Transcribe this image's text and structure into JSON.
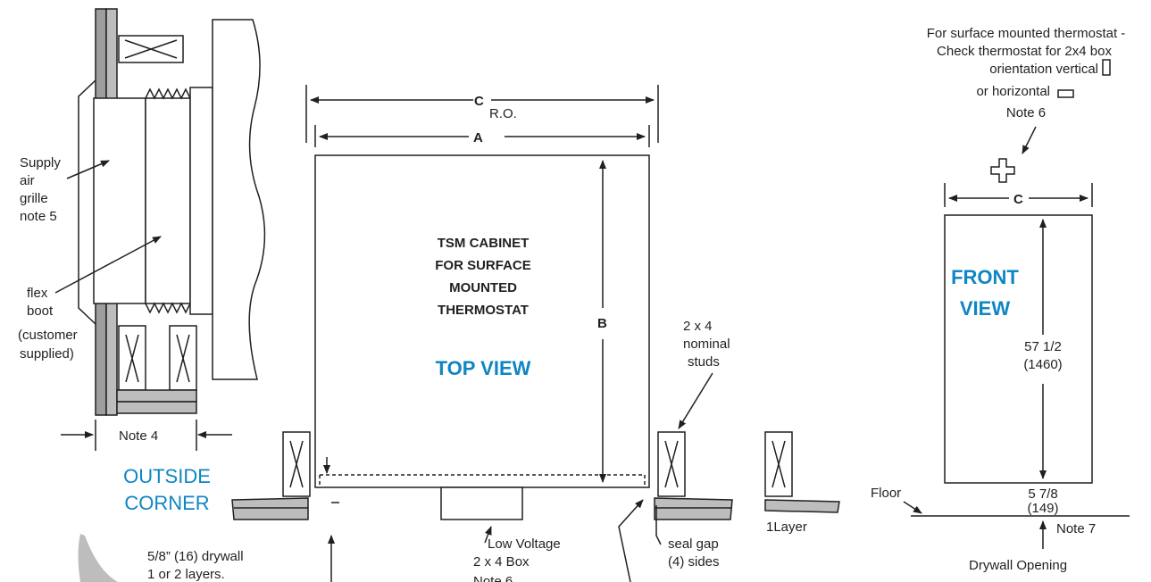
{
  "outside_corner": {
    "supply_grille": [
      "Supply",
      "air",
      "grille",
      "note 5"
    ],
    "flex_boot": [
      "flex",
      "boot",
      "(customer",
      "supplied)"
    ],
    "note4": "Note 4",
    "corner_title": [
      "OUTSIDE",
      "CORNER"
    ],
    "drywall": [
      "5/8” (16) drywall",
      "1 or 2 layers."
    ]
  },
  "top_view": {
    "dim_c": "C",
    "dim_ro": "R.O.",
    "dim_a": "A",
    "dim_b": "B",
    "cabinet_title": [
      "TSM CABINET",
      "FOR SURFACE",
      "MOUNTED",
      "THERMOSTAT"
    ],
    "view_title": "TOP VIEW",
    "studs": [
      "2 x 4",
      "nominal",
      "studs"
    ],
    "low_voltage": [
      "Low Voltage",
      "2 x 4 Box",
      "Note 6"
    ],
    "seal_gap": [
      "seal gap",
      "(4) sides"
    ],
    "one_layer": "1Layer"
  },
  "front_view": {
    "thermostat_note": [
      "For surface mounted thermostat -",
      "Check thermostat for 2x4 box",
      "orientation vertical",
      "or horizontal",
      "Note 6"
    ],
    "dim_c": "C",
    "view_title": [
      "FRONT",
      "VIEW"
    ],
    "height": [
      "57 1/2",
      "(1460)"
    ],
    "base": [
      "5 7/8",
      "(149)"
    ],
    "floor": "Floor",
    "note7": "Note 7",
    "drywall_opening": "Drywall Opening"
  }
}
